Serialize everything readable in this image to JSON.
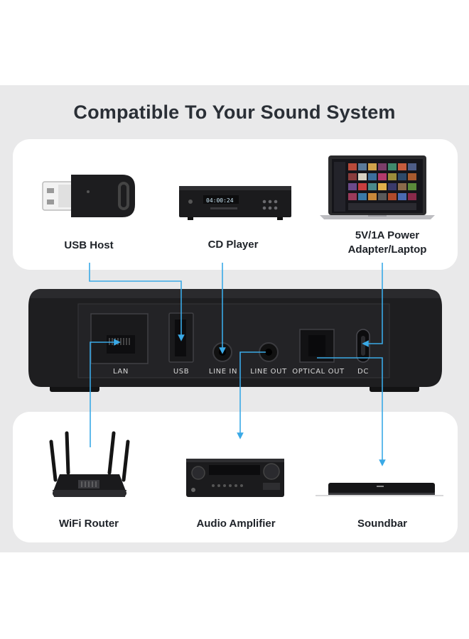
{
  "title": "Compatible To Your Sound System",
  "top_devices": {
    "usb_host": "USB Host",
    "cd_player": "CD Player",
    "power_line1": "5V/1A Power",
    "power_line2": "Adapter/Laptop"
  },
  "ports": {
    "lan": "LAN",
    "usb": "USB",
    "line_in": "LINE IN",
    "line_out": "LINE OUT",
    "optical_out": "OPTICAL OUT",
    "dc": "DC"
  },
  "bottom_devices": {
    "router": "WiFi Router",
    "amplifier": "Audio Amplifier",
    "soundbar": "Soundbar"
  },
  "cd_display": "04:00:24",
  "colors": {
    "panel_bg": "#e9e9ea",
    "card_bg": "#ffffff",
    "connector_line": "#3aa9e6",
    "device_black": "#1b1b1d"
  }
}
